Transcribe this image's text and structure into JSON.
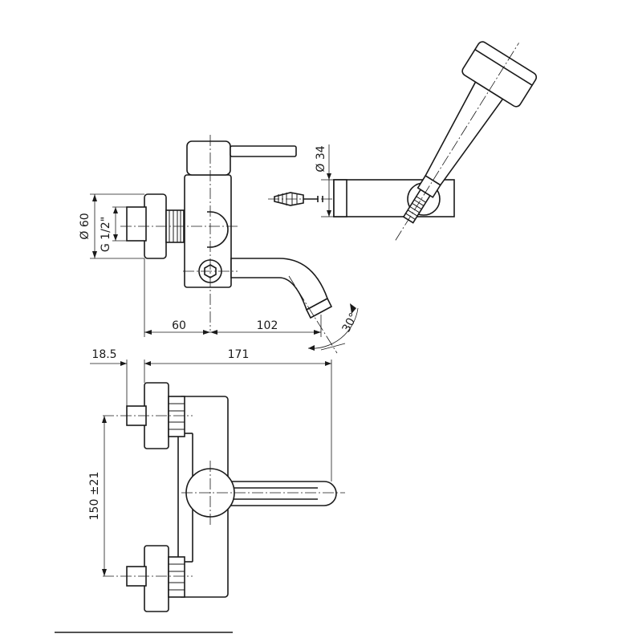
{
  "dimensions": {
    "dia_60": "Ø 60",
    "thread": "G 1/2\"",
    "dia_34": "Ø 34",
    "len_60": "60",
    "len_102": "102",
    "angle_30": "30°",
    "len_18_5": "18.5",
    "len_171": "171",
    "len_150": "150 ±21"
  },
  "colors": {
    "line": "#1a1a1a",
    "background": "#ffffff"
  }
}
